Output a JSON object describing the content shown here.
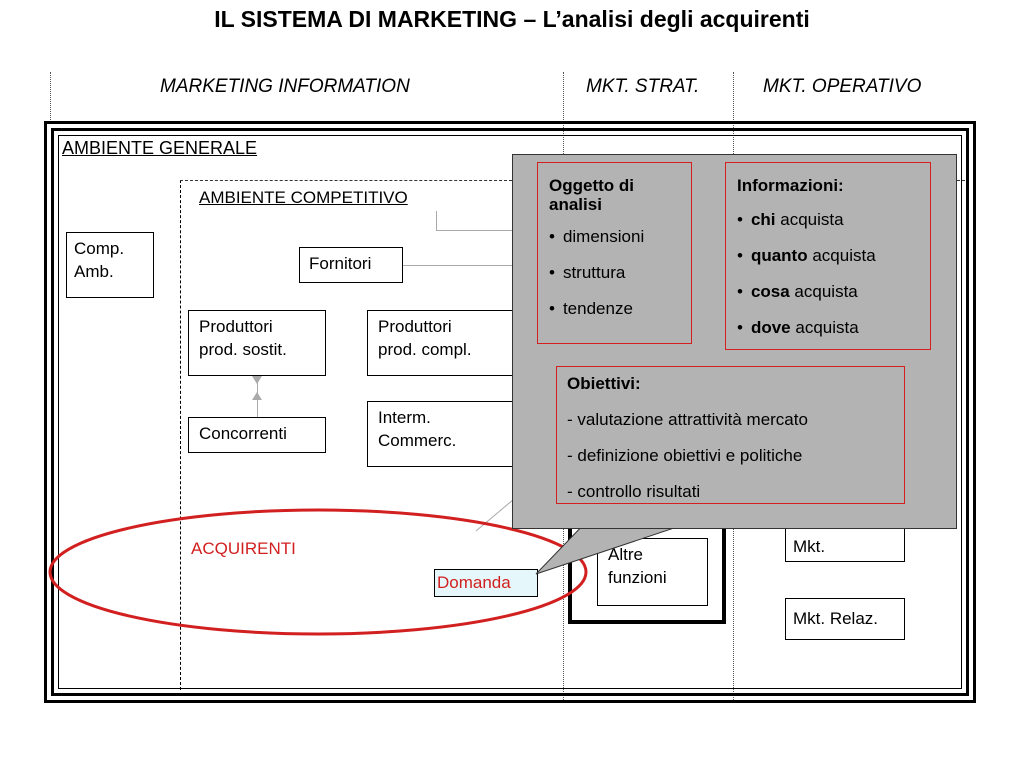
{
  "title": "IL SISTEMA DI MARKETING – L’analisi degli acquirenti",
  "columns": {
    "information": "MARKETING INFORMATION",
    "strategic": "MKT. STRAT.",
    "operative": "MKT. OPERATIVO"
  },
  "general_env": "AMBIENTE GENERALE",
  "competitive_env": "AMBIENTE COMPETITIVO",
  "comp_amb": [
    "Comp.",
    "Amb."
  ],
  "fornitori": "Fornitori",
  "prod_sostit": [
    "Produttori",
    "prod. sostit."
  ],
  "prod_compl": [
    "Produttori",
    "prod. compl."
  ],
  "concorrenti": "Concorrenti",
  "interm": [
    "Interm.",
    "Commerc."
  ],
  "acquirenti": "ACQUIRENTI",
  "domanda": "Domanda",
  "altre_funzioni": [
    "Altre",
    "funzioni"
  ],
  "mkt": "Mkt.",
  "mkt_relaz": "Mkt. Relaz.",
  "oggetto": {
    "title": "Oggetto di analisi",
    "items": [
      "dimensioni",
      "struttura",
      "tendenze"
    ]
  },
  "informazioni": {
    "title": "Informazioni:",
    "items": [
      {
        "bold": "chi",
        "rest": " acquista"
      },
      {
        "bold": "quanto",
        "rest": " acquista"
      },
      {
        "bold": "cosa",
        "rest": " acquista"
      },
      {
        "bold": "dove",
        "rest": " acquista"
      }
    ]
  },
  "obiettivi": {
    "title": "Obiettivi:",
    "items": [
      "- valutazione attrattività mercato",
      "- definizione obiettivi e politiche",
      "- controllo risultati"
    ]
  },
  "colors": {
    "red": "#d21f1f",
    "callout_gray": "#b3b3b3",
    "domanda_bg": "#e6f7fb"
  }
}
